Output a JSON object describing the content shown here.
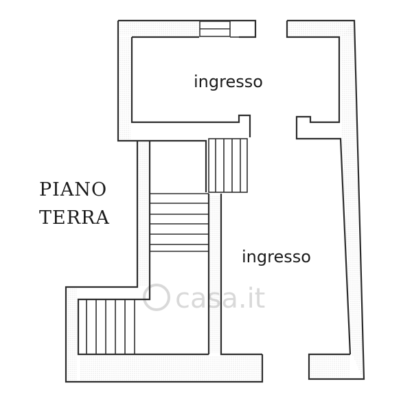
{
  "floor": {
    "label_line1": "PIANO",
    "label_line2": "TERRA"
  },
  "rooms": [
    {
      "name": "ingresso"
    },
    {
      "name": "ingresso"
    }
  ],
  "watermark": {
    "text": "casa.it",
    "color": "#d9d9d9"
  },
  "colors": {
    "wall": "#2b2b2b",
    "background": "#ffffff"
  }
}
